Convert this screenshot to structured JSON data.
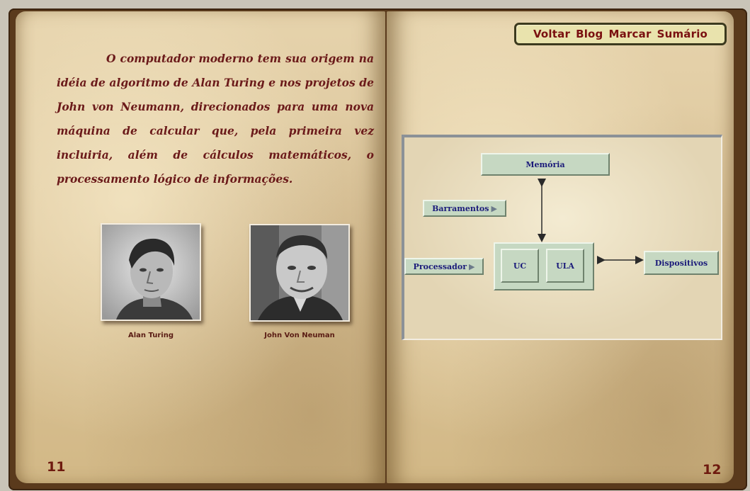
{
  "left_page": {
    "paragraph": "O computador moderno tem sua origem na idéia de algoritmo de Alan Turing e nos projetos de John von Neumann, direcionados para uma nova máquina de calcular que, pela primeira vez incluiria, além de cálculos matemáticos, o processamento lógico de informações.",
    "portraits": [
      {
        "caption": "Alan Turing"
      },
      {
        "caption": "John Von Neuman"
      }
    ],
    "page_number": "11"
  },
  "right_page": {
    "nav": {
      "voltar": "Voltar",
      "blog": "Blog",
      "marcar": "Marcar",
      "sumario": "Sumário"
    },
    "diagram": {
      "memoria": "Memória",
      "barramentos": "Barramentos",
      "processador": "Processador",
      "uc": "UC",
      "ula": "ULA",
      "dispositivos": "Dispositivos"
    },
    "page_number": "12"
  },
  "colors": {
    "text_red": "#6b1a1a",
    "diagram_box": "#c6d8c2",
    "diagram_text": "#1b1b7a",
    "nav_bg": "#e9e3ad"
  }
}
